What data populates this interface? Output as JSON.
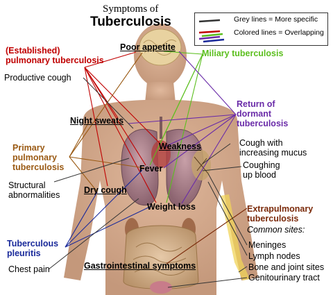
{
  "title": {
    "line1": "Symptoms of",
    "line2": "Tuberculosis"
  },
  "legend": {
    "grey": "Grey lines = More specific",
    "colored": "Colored lines = Overlapping"
  },
  "conditions": {
    "pulmonary": "(Established)\npulmonary tuberculosis",
    "miliary": "Miliary tuberculosis",
    "dormant": "Return of\ndormant\ntuberculosis",
    "primary": "Primary\npulmonary\ntuberculosis",
    "pleuritis": "Tuberculous\npleuritis",
    "extrapulmonary": "Extrapulmonary\ntuberculosis"
  },
  "symptoms": {
    "poor_appetite": "Poor appetite",
    "night_sweats": "Night sweats",
    "weakness": "Weakness",
    "fever": "Fever",
    "dry_cough": "Dry cough",
    "weight_loss": "Weight loss",
    "gastro": "Gastrointestinal symptoms"
  },
  "specific": {
    "productive_cough": "Productive cough",
    "cough_mucus": "Cough with\nincreasing mucus",
    "coughing_blood": "Coughing\nup blood",
    "structural": "Structural\nabnormalities",
    "chest_pain": "Chest pain"
  },
  "sites": {
    "heading": "Common sites:",
    "items": [
      "Meninges",
      "Lymph nodes",
      "Bone and joint sites",
      "Genitourinary tract"
    ]
  },
  "colors": {
    "pulmonary": "#c00000",
    "miliary": "#5cbf1f",
    "dormant": "#6a2ba8",
    "primary": "#9a5a14",
    "pleuritis": "#1a2a9a",
    "extrapulmonary": "#7a2a0a",
    "grey_line": "#333333",
    "body": "#d2a689"
  }
}
